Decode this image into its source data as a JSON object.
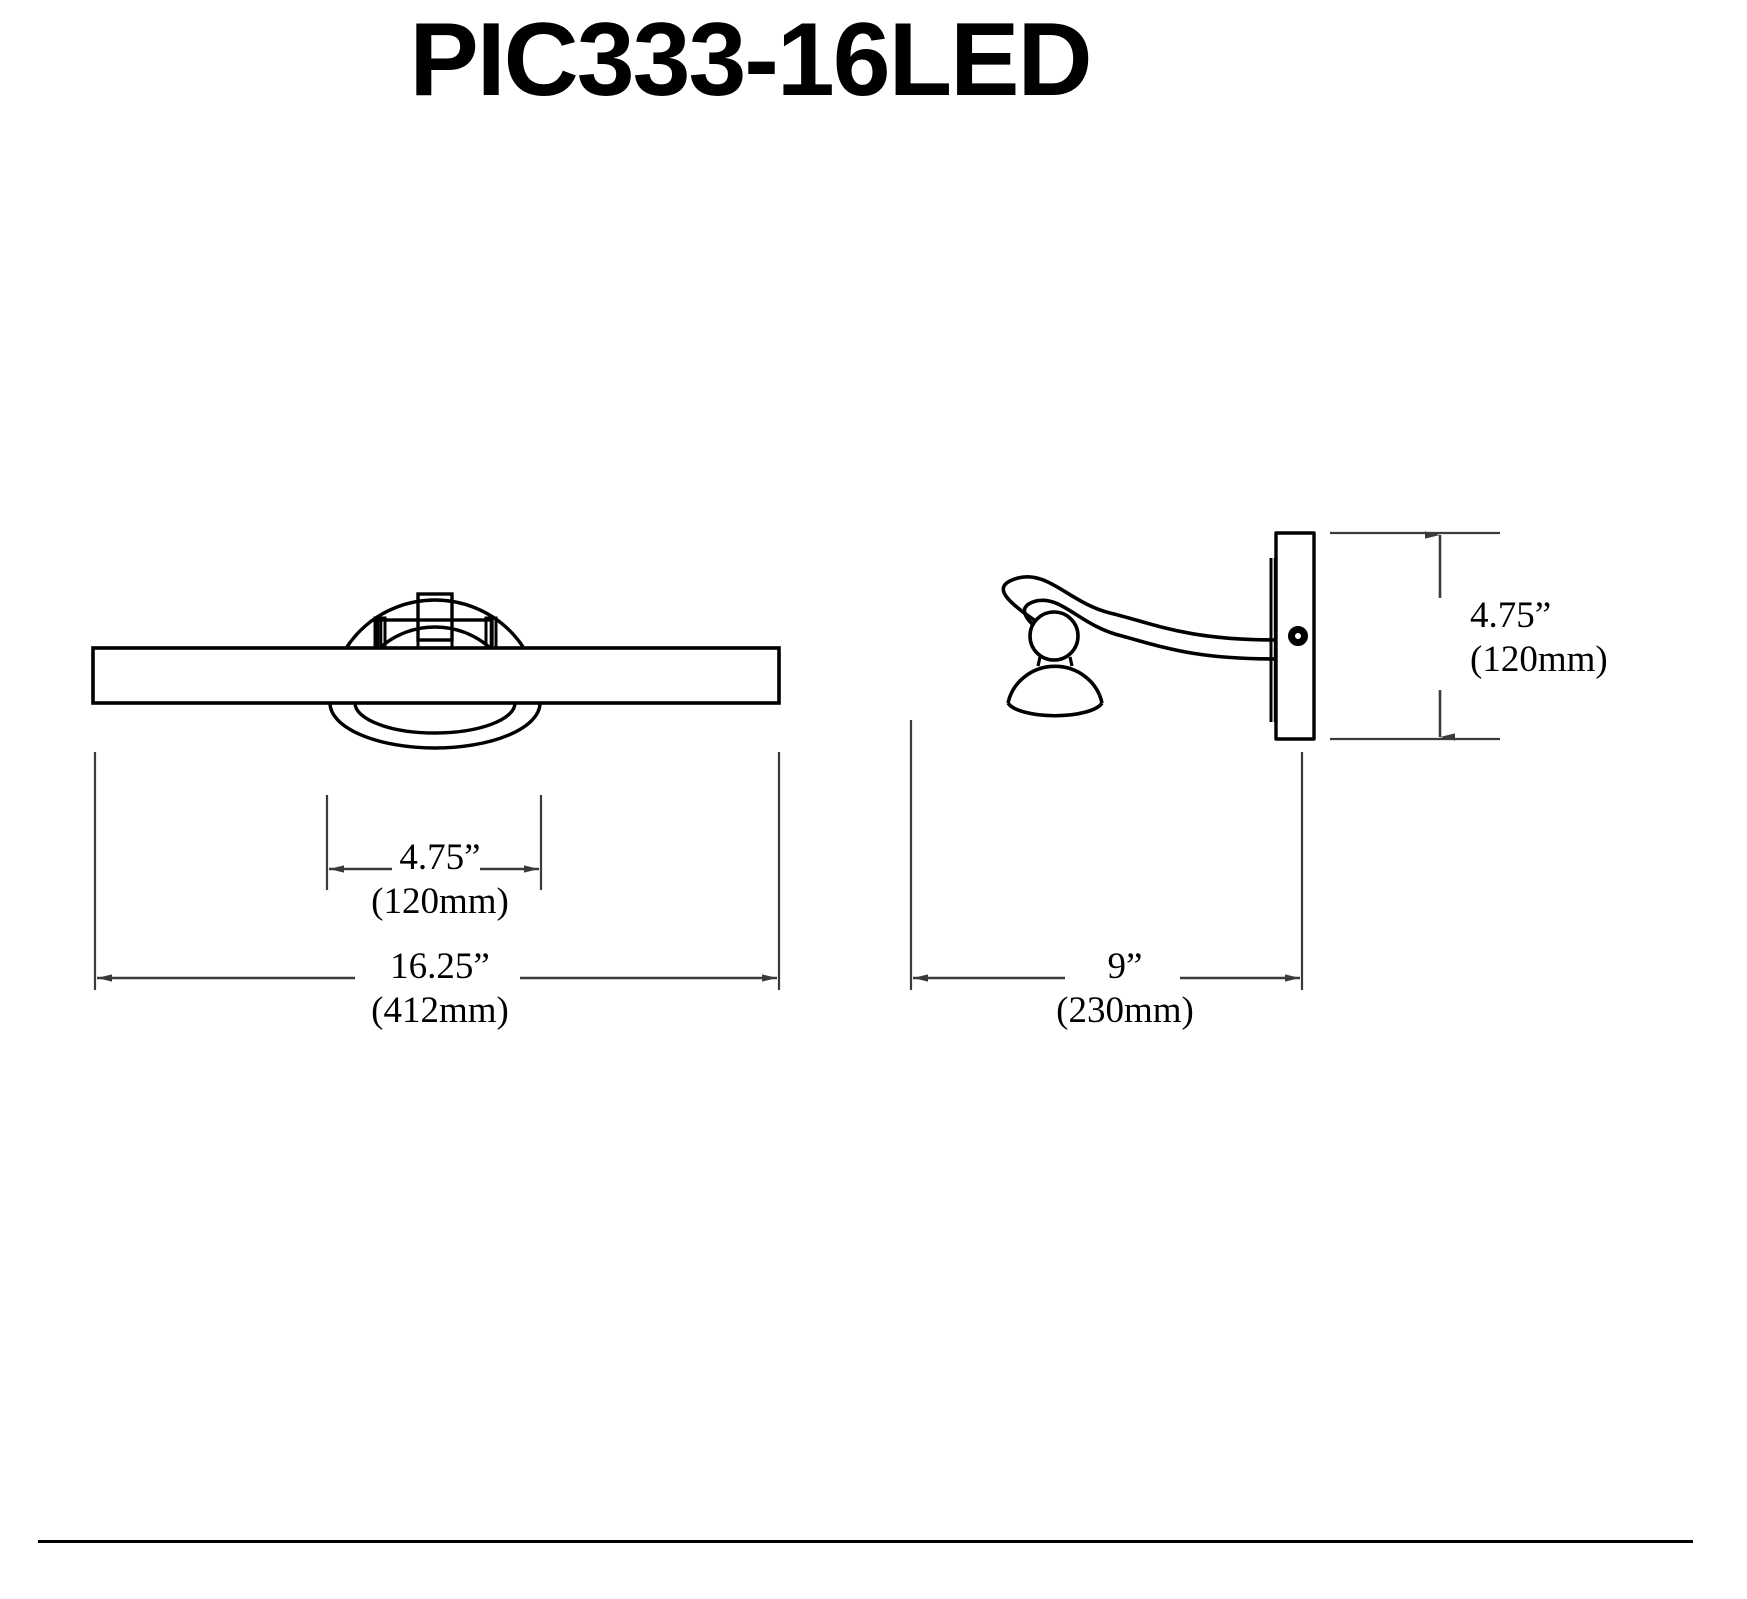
{
  "title": "PIC333-16LED",
  "drawing": {
    "type": "technical-dimension-drawing",
    "product": "PIC333-16LED",
    "views": [
      {
        "name": "front-elevation",
        "label": ""
      },
      {
        "name": "side-elevation",
        "label": ""
      }
    ]
  },
  "dimensions": {
    "front_backplate": {
      "inches": "4.75”",
      "mm": "(120mm)",
      "view": "front",
      "axis": "horizontal"
    },
    "front_width": {
      "inches": "16.25”",
      "mm": "(412mm)",
      "view": "front",
      "axis": "horizontal"
    },
    "side_projection": {
      "inches": "9”",
      "mm": "(230mm)",
      "view": "side",
      "axis": "horizontal"
    },
    "side_height": {
      "inches": "4.75”",
      "mm": "(120mm)",
      "view": "side",
      "axis": "vertical"
    }
  },
  "colors": {
    "line": "#000000",
    "dimension_line": "#3a3a3a",
    "background": "#ffffff"
  }
}
